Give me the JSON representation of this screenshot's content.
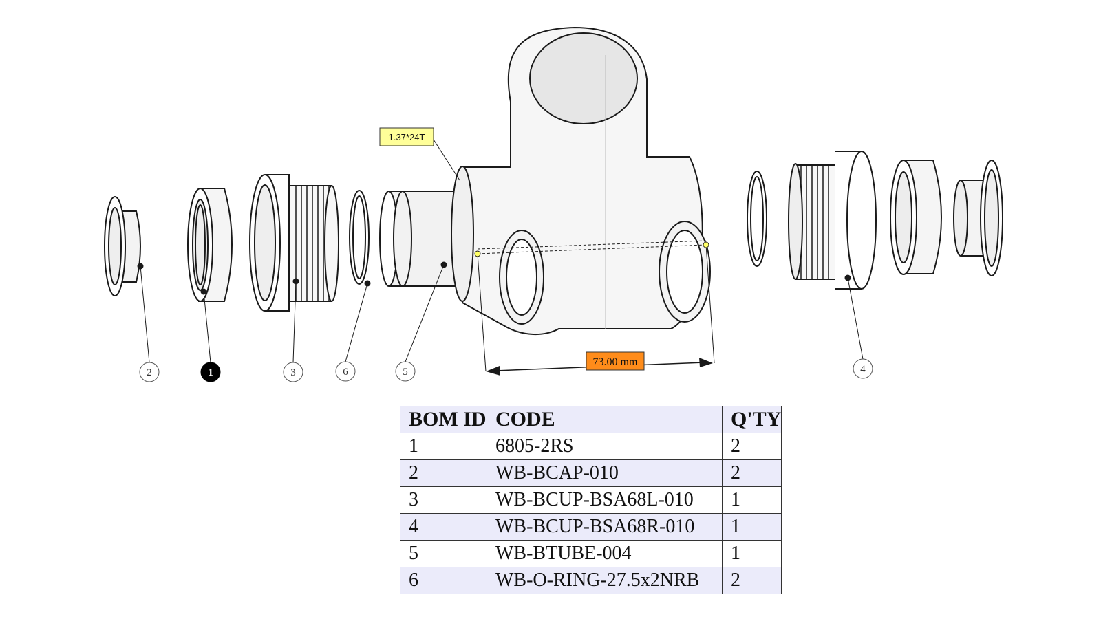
{
  "diagram": {
    "thread_note": "1.37*24T",
    "dimension": "73.00 mm",
    "balloons": [
      "2",
      "1",
      "3",
      "6",
      "5",
      "4"
    ]
  },
  "bom": {
    "headers": [
      "BOM ID",
      "CODE",
      "Q'TY"
    ],
    "rows": [
      {
        "id": "1",
        "code": "6805-2RS",
        "qty": "2"
      },
      {
        "id": "2",
        "code": "WB-BCAP-010",
        "qty": "2"
      },
      {
        "id": "3",
        "code": "WB-BCUP-BSA68L-010",
        "qty": "1"
      },
      {
        "id": "4",
        "code": "WB-BCUP-BSA68R-010",
        "qty": "1"
      },
      {
        "id": "5",
        "code": "WB-BTUBE-004",
        "qty": "1"
      },
      {
        "id": "6",
        "code": "WB-O-RING-27.5x2NRB",
        "qty": "2"
      }
    ]
  },
  "colors": {
    "line": "#1a1a1a",
    "fill": "#f0f0f0",
    "note_bg": "#ffff99",
    "dimension_bg": "#ff8c1a",
    "table_shade": "#ebebfa",
    "highlight_balloon": "#000000"
  }
}
